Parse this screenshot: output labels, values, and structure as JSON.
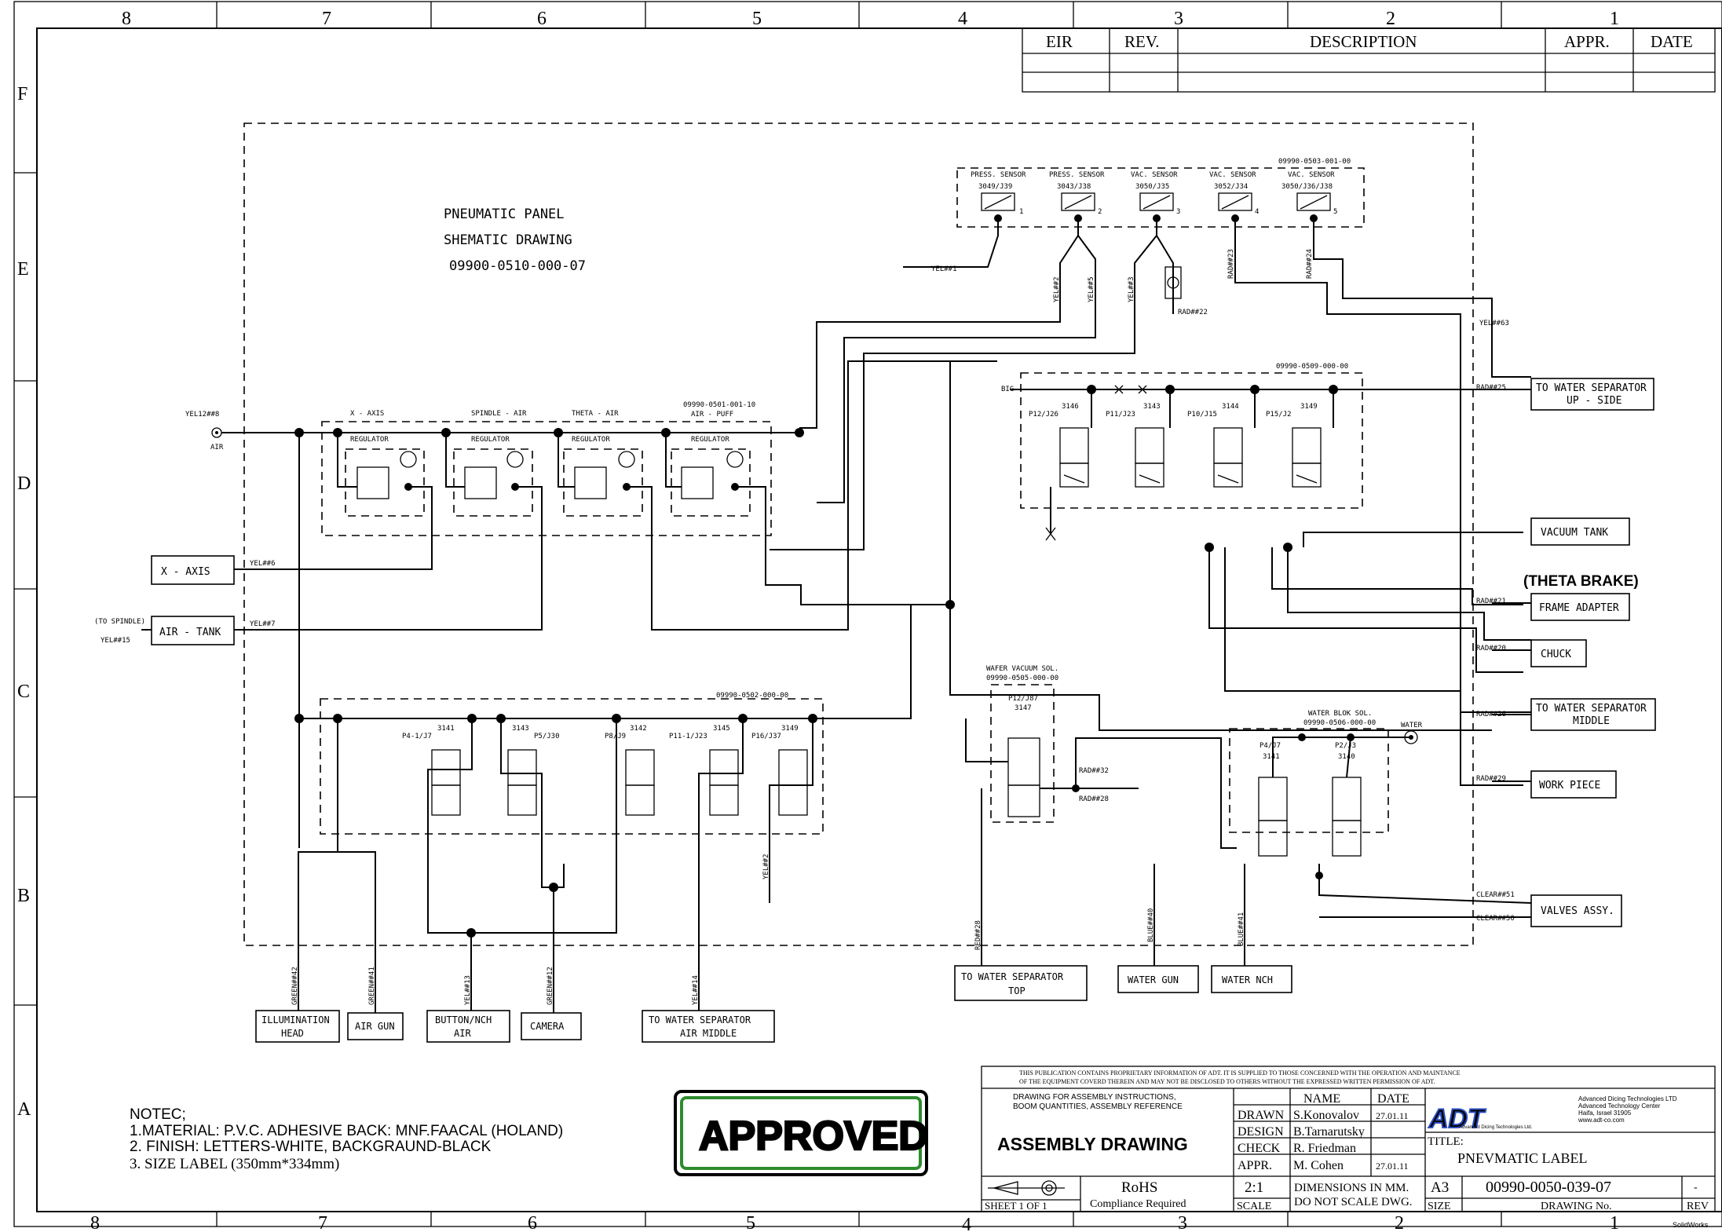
{
  "border": {
    "cols_top": [
      "8",
      "7",
      "6",
      "5",
      "4",
      "3",
      "2",
      "1"
    ],
    "cols_bottom": [
      "8",
      "7",
      "6",
      "5",
      "4",
      "3",
      "2",
      "1"
    ],
    "rows_left": [
      "F",
      "E",
      "D",
      "C",
      "B",
      "A"
    ]
  },
  "revision_table": {
    "headers": [
      "EIR",
      "REV.",
      "DESCRIPTION",
      "APPR.",
      "DATE"
    ]
  },
  "panel_title": {
    "line1": "PNEUMATIC PANEL",
    "line2": "SHEMATIC DRAWING",
    "line3": "09900-0510-000-07"
  },
  "sensor_group": {
    "part_no": "09990-0503-001-00",
    "sensors": [
      {
        "name": "PRESS. SENSOR",
        "code": "3049/J39",
        "num": "1"
      },
      {
        "name": "PRESS. SENSOR",
        "code": "3043/J38",
        "num": "2"
      },
      {
        "name": "VAC. SENSOR",
        "code": "3050/J35",
        "num": "3"
      },
      {
        "name": "VAC. SENSOR",
        "code": "3052/J34",
        "num": "4"
      },
      {
        "name": "VAC. SENSOR",
        "code": "3050/J36/J38",
        "num": "5"
      }
    ]
  },
  "regulator_group": {
    "part_no": "09990-0501-001-10",
    "part_label": "AIR - PUFF",
    "labels": [
      "X - AXIS",
      "SPINDLE - AIR",
      "THETA - AIR"
    ],
    "regulator": "REGULATOR"
  },
  "valve_group_upper": {
    "part_no": "09990-0509-000-00",
    "valves": [
      {
        "code": "3146",
        "port": "P12/J26"
      },
      {
        "code": "3143",
        "port": "P11/J23"
      },
      {
        "code": "3144",
        "port": "P10/J15"
      },
      {
        "code": "3149",
        "port": "P15/J2"
      }
    ]
  },
  "valve_group_lower": {
    "part_no": "09990-0502-000-00",
    "valves": [
      {
        "code": "3141",
        "port": "P4-1/J7"
      },
      {
        "code": "3143",
        "port": "P5/J30"
      },
      {
        "code": "3142",
        "port": "P8/J9"
      },
      {
        "code": "3145",
        "port": "P11-1/J23"
      },
      {
        "code": "3149",
        "port": "P16/J37"
      }
    ]
  },
  "wafer_vacuum": {
    "title": "WAFER VACUUM SOL.",
    "part_no": "09990-0505-000-00",
    "port": "P12/J87",
    "code": "3147"
  },
  "water_block": {
    "title": "WATER BLOK SOL.",
    "part_no": "09990-0506-000-00",
    "water": "WATER",
    "valves": [
      {
        "code": "3141",
        "port": "P4/J7"
      },
      {
        "code": "3140",
        "port": "P2/J3"
      }
    ]
  },
  "wire_labels": {
    "yel1": "YEL##1",
    "yel2": "YEL##2",
    "yel3": "YEL##3",
    "yel5": "YEL##5",
    "yel6": "YEL##6",
    "yel7": "YEL##7",
    "yel15": "YEL##15",
    "yel12": "YEL12##8",
    "yel13": "YEL##13",
    "yel14": "YEL##14",
    "yel42": "YEL##2",
    "yel63": "YEL##63",
    "rad23": "RAD##23",
    "rad24": "RAD##24",
    "rad22": "RAD##22",
    "rad25": "RAD##25",
    "rad21": "RAD##21",
    "rad20": "RAD##20",
    "rad26": "RAD##26",
    "rad29": "RAD##29",
    "rad32": "RAD##32",
    "rad28": "RAD##28",
    "red28": "RED##28",
    "blue40": "BLUE##40",
    "blue41": "BLUE##41",
    "clear51": "CLEAR##51",
    "clear50": "CLEAR##50",
    "green42": "GREEN##42",
    "green41": "GREEN##41",
    "green12": "GREEN##12",
    "air": "AIR",
    "to_spindle": "(TO SPINDLE)",
    "big": "BIG"
  },
  "outputs_right": {
    "water_sep_up": [
      "TO WATER SEPARATOR",
      "UP - SIDE"
    ],
    "vacuum_tank": "VACUUM TANK",
    "theta_brake": "(THETA BRAKE)",
    "frame_adapter": "FRAME ADAPTER",
    "chuck": "CHUCK",
    "water_sep_middle": [
      "TO WATER SEPARATOR",
      "MIDDLE"
    ],
    "work_piece": "WORK PIECE",
    "valves_assy": "VALVES ASSY."
  },
  "outputs_left": {
    "x_axis": "X - AXIS",
    "air_tank": "AIR - TANK"
  },
  "outputs_bottom": {
    "illumination": [
      "ILLUMINATION",
      "HEAD"
    ],
    "air_gun": "AIR GUN",
    "button": [
      "BUTTON/NCH",
      "AIR"
    ],
    "camera": "CAMERA",
    "water_sep_air": [
      "TO WATER SEPARATOR",
      "AIR MIDDLE"
    ],
    "water_sep_top": [
      "TO WATER SEPARATOR",
      "TOP"
    ],
    "water_gun": "WATER GUN",
    "water_nch": "WATER NCH"
  },
  "notes": {
    "title": "NOTEC;",
    "items": [
      "1.MATERIAL:  P.V.C. ADHESIVE BACK: MNF.FAACAL (HOLAND)",
      "2. FINISH: LETTERS-WHITE, BACKGRAUND-BLACK",
      "3. SIZE LABEL (350mm*334mm)"
    ],
    "color": "#1a1aff"
  },
  "stamp": {
    "text": "APPROVED",
    "color": "#2e8b2e"
  },
  "title_block": {
    "proprietary_line1": "THIS PUBLICATION CONTAINS PROPRIETARY INFORMATION OF ADT. IT IS SUPPLIED TO THOSE CONCERNED WITH THE OPERATION AND MAINTANCE",
    "proprietary_line2": "OF THE EQUIPMENT COVERD THEREIN AND MAY NOT BE DISCLOSED TO OTHERS WITHOUT THE EXPRESSED WRITTEN PERMISSION OF ADT.",
    "drawing_for_line1": "DRAWING FOR ASSEMBLY INSTRUCTIONS,",
    "drawing_for_line2": "BOOM QUANTITIES, ASSEMBLY REFERENCE",
    "drawing_type": "ASSEMBLY DRAWING",
    "name_header": "NAME",
    "date_header": "DATE",
    "roles": [
      "DRAWN",
      "DESIGN",
      "CHECK",
      "APPR."
    ],
    "names": [
      "S.Konovalov",
      "B.Tarnarutsky",
      "R. Friedman",
      "M. Cohen"
    ],
    "dates": [
      "27.01.11",
      "",
      "",
      "27.01.11"
    ],
    "company_logo": "ADT",
    "company_tag": "Advanced Dicing Technologies Ltd.",
    "company_info": [
      "Advanced Dicing Technologies LTD",
      "Advanced Technology Center",
      "Haifa, Israel 31905",
      "www.adt-co.com"
    ],
    "title_label": "TITLE:",
    "title_value": "PNEVMATIC LABEL",
    "rohs": "RoHS",
    "rohs_sub": "Compliance Required",
    "sheet": "SHEET 1 OF 1",
    "scale_value": "2:1",
    "scale_label": "SCALE",
    "dims_line1": "DIMENSIONS IN MM.",
    "dims_line2": "DO NOT SCALE DWG.",
    "size_value": "A3",
    "size_label": "SIZE",
    "drawing_no_value": "00990-0050-039-07",
    "drawing_no_label": "DRAWING No.",
    "rev_value": "-",
    "rev_label": "REV",
    "software": "SolidWorks"
  }
}
